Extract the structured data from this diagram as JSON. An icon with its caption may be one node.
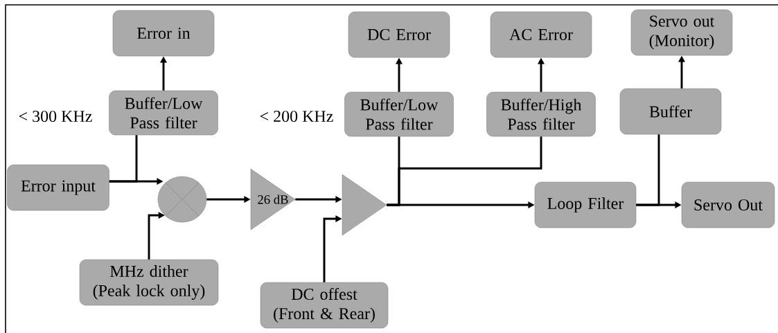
{
  "diagram": {
    "nodes": [
      {
        "text": [
          "Error in"
        ]
      },
      {
        "text": [
          "Buffer/Low Pass filter"
        ]
      },
      {
        "text": [
          "Error input"
        ]
      },
      {
        "text": [],
        "shape": "circle"
      },
      {
        "text": [
          "MHz dither (Peak lock only)"
        ]
      },
      {
        "text": [
          "26 dB"
        ]
      },
      {
        "text": [],
        "shape": "triangle"
      },
      {
        "text": [
          "DC offest (Front & Rear)"
        ]
      },
      {
        "text": [
          "DC Error"
        ]
      },
      {
        "text": [
          "Buffer/Low Pass filter"
        ]
      },
      {
        "text": [
          "AC Error"
        ]
      },
      {
        "text": [
          "Buffer/High Pass filter"
        ]
      },
      {
        "text": [
          "Servo out (Monitor)"
        ]
      },
      {
        "text": [
          "Buffer"
        ]
      },
      {
        "text": [
          "Loop Filter"
        ]
      },
      {
        "text": [
          "Servo Out"
        ]
      }
    ],
    "edges": [
      {
        "from": 2,
        "to": 3,
        "arrow": "to"
      },
      {
        "from": 2,
        "to": 1,
        "arrow": "none"
      },
      {
        "from": 1,
        "to": 0,
        "arrow": "to"
      },
      {
        "from": 4,
        "to": 3,
        "arrow": "to"
      },
      {
        "from": 3,
        "to": 5,
        "arrow": "to"
      },
      {
        "from": 5,
        "to": 6,
        "arrow": "to"
      },
      {
        "from": 7,
        "to": 6,
        "arrow": "to"
      },
      {
        "from": 6,
        "to": 14,
        "arrow": "to"
      },
      {
        "from": 6,
        "to": 9,
        "arrow": "none"
      },
      {
        "from": 6,
        "to": 11,
        "arrow": "none"
      },
      {
        "from": 9,
        "to": 8,
        "arrow": "to"
      },
      {
        "from": 11,
        "to": 10,
        "arrow": "to"
      },
      {
        "from": 14,
        "to": 15,
        "arrow": "to"
      },
      {
        "from": 14,
        "to": 13,
        "arrow": "none"
      },
      {
        "from": 13,
        "to": 12,
        "arrow": "to"
      }
    ],
    "labels": [
      "< 300 KHz",
      "< 200 KHz"
    ]
  }
}
